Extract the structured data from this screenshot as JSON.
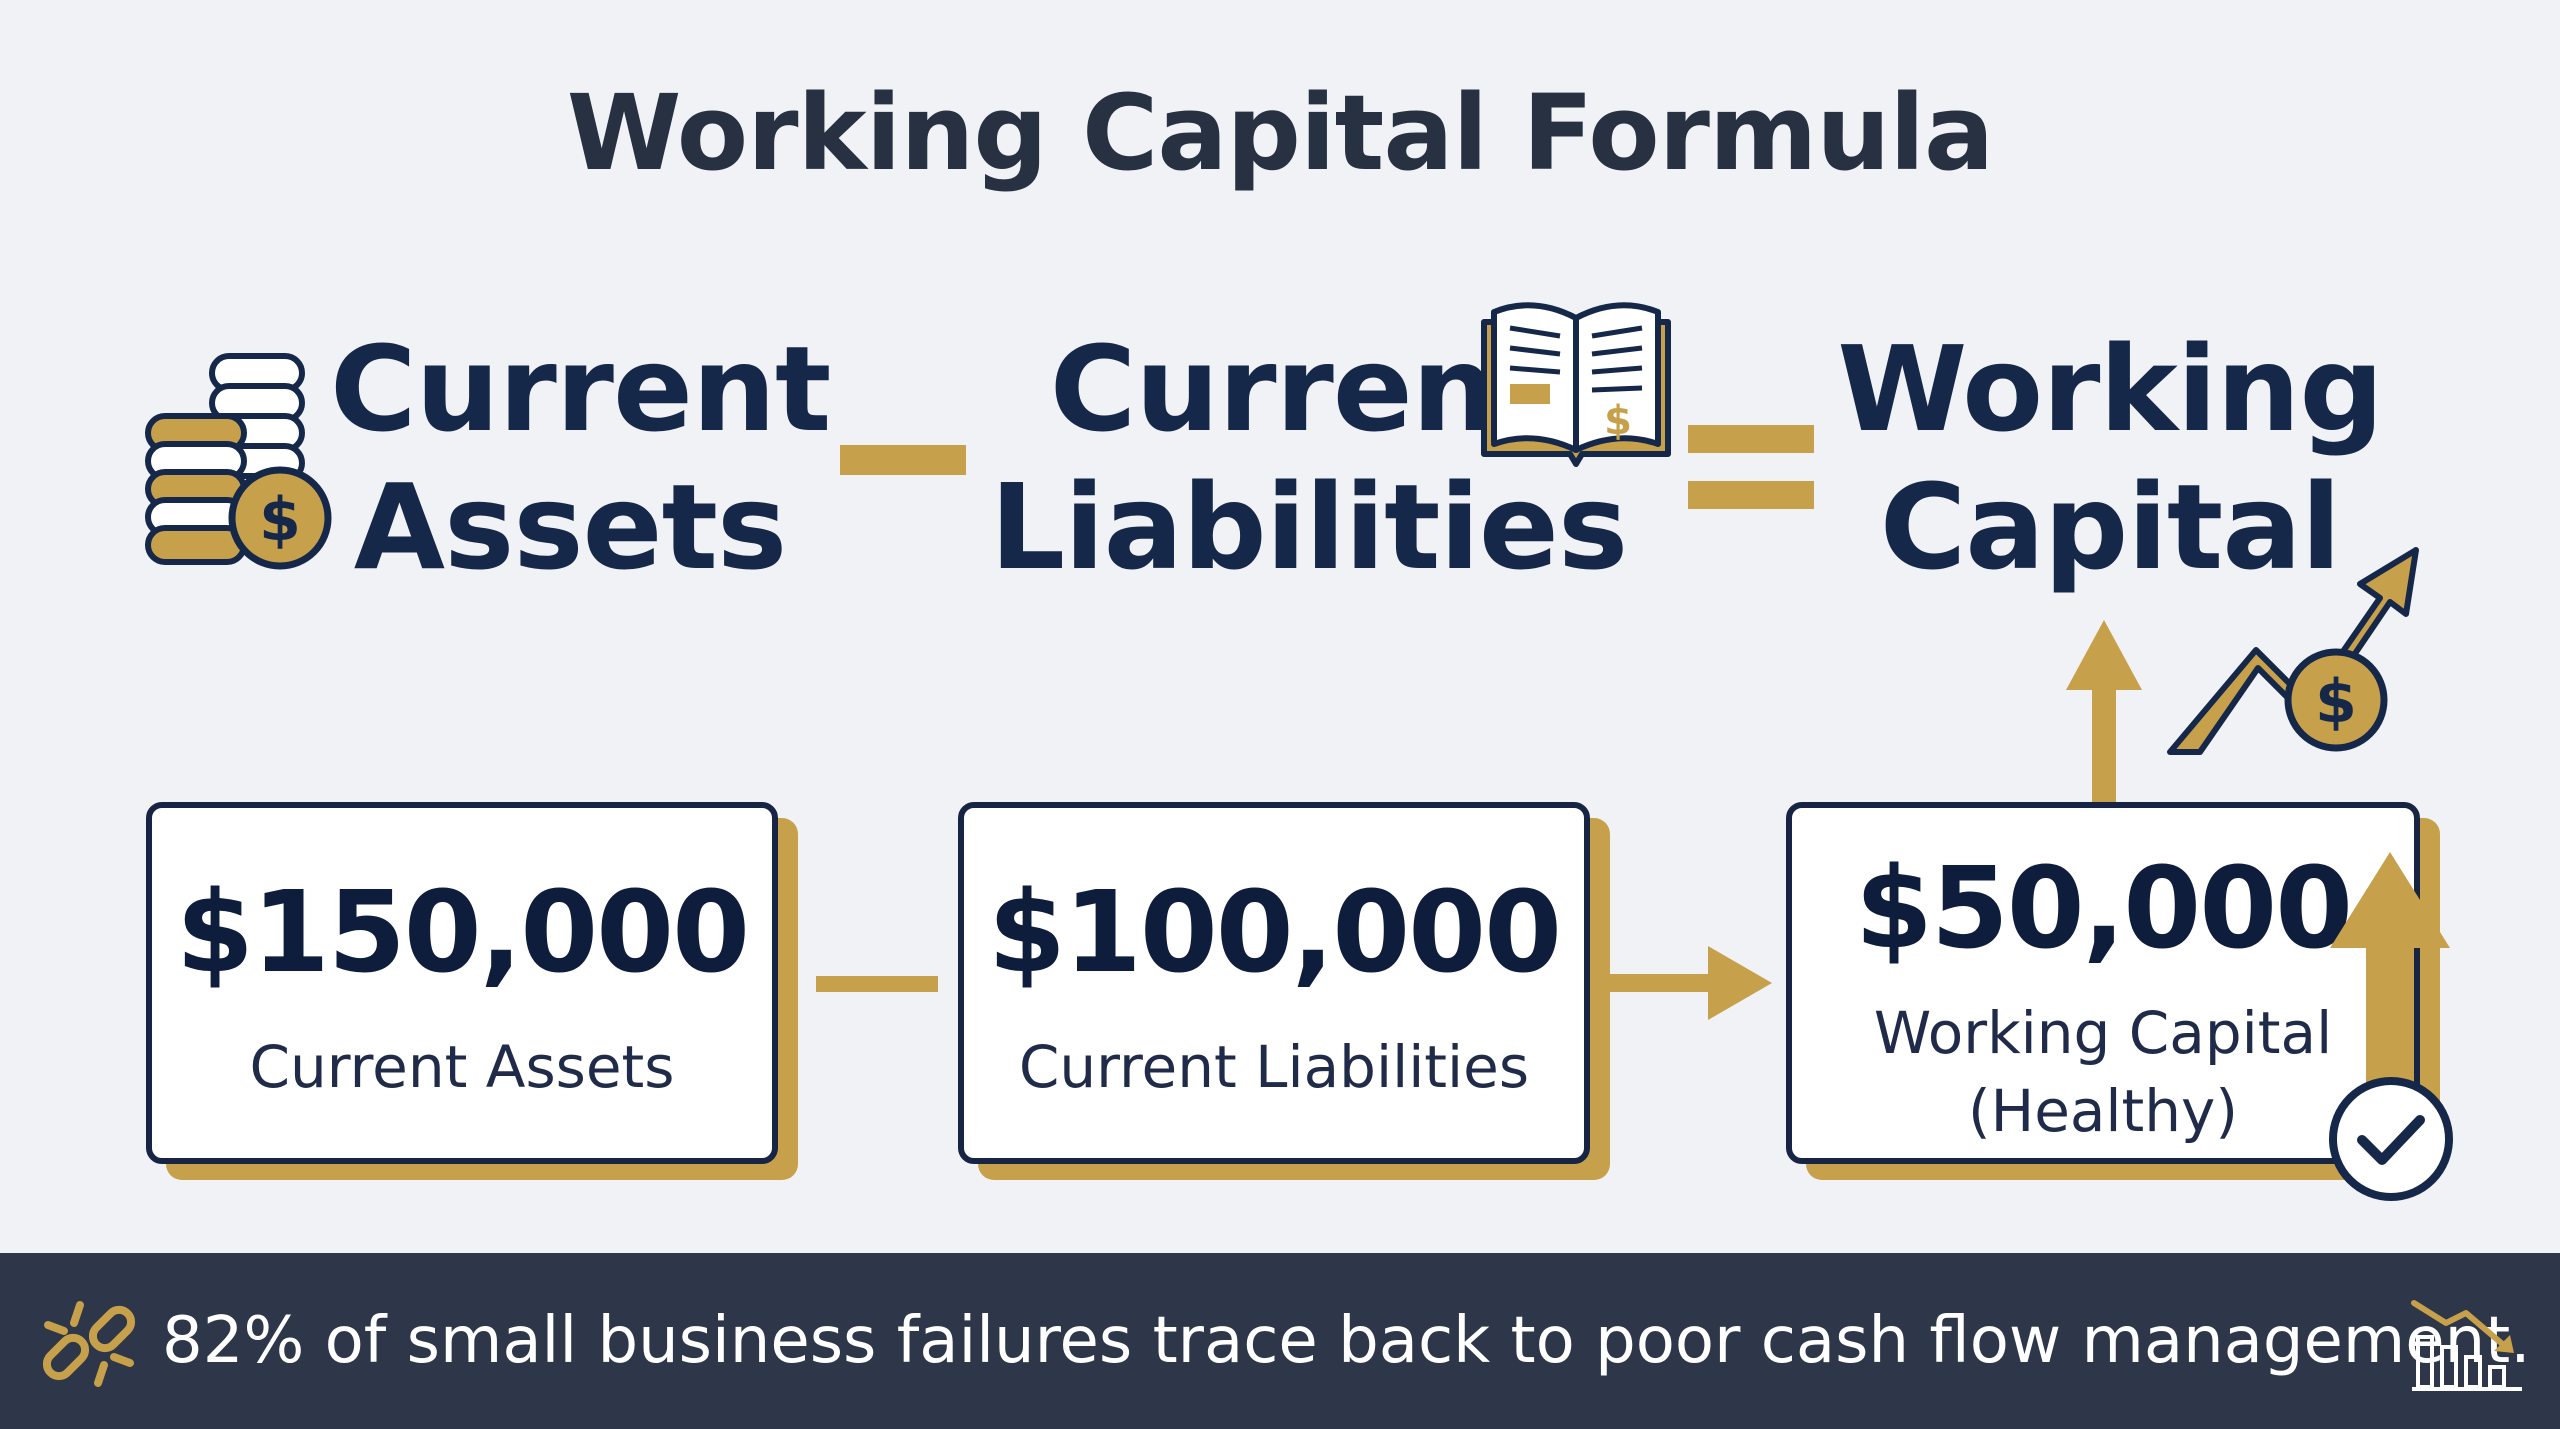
{
  "title": "Working Capital Formula",
  "formula": {
    "term1": {
      "line1": "Current",
      "line2": "Assets"
    },
    "term2": {
      "line1": "Current",
      "line2": "Liabilities"
    },
    "term3": {
      "line1": "Working",
      "line2": "Capital"
    }
  },
  "cards": [
    {
      "amount": "$150,000",
      "label_line1": "Current Assets",
      "label_line2": ""
    },
    {
      "amount": "$100,000",
      "label_line1": "Current Liabilities",
      "label_line2": ""
    },
    {
      "amount": "$50,000",
      "label_line1": "Working Capital",
      "label_line2": "(Healthy)"
    }
  ],
  "footer": {
    "text": "82% of small business failures trace back to poor cash flow management."
  },
  "icons": [
    "coin-stack-icon",
    "ledger-book-icon",
    "growth-arrow-dollar-icon",
    "up-arrow-icon",
    "checkmark-circle-icon",
    "broken-link-icon",
    "declining-chart-icon"
  ],
  "colors": {
    "navy": "#16284a",
    "gold": "#c7a04b",
    "background": "#f1f2f6",
    "footer": "#2e3649"
  }
}
